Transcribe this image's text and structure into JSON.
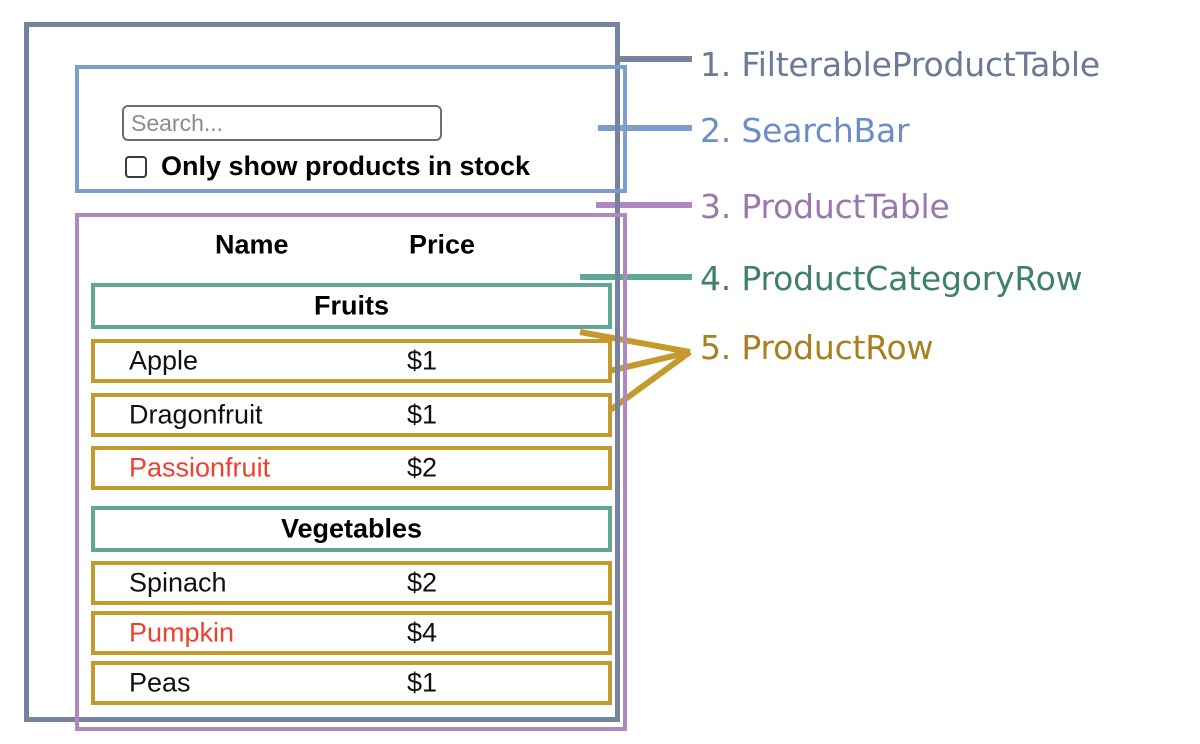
{
  "diagram": {
    "title": "React component hierarchy diagram for a filterable product table",
    "colors": {
      "filterable_product_table": "#76839e",
      "search_bar": "#7b9dd0",
      "product_table": "#b088c0",
      "product_category_row": "#5fa893",
      "product_row": "#c49a2c",
      "out_of_stock_text": "#ef3f2e"
    }
  },
  "search_bar": {
    "search_input": {
      "value": "",
      "placeholder": "Search..."
    },
    "in_stock_checkbox": {
      "label": "Only show products in stock",
      "checked": false
    }
  },
  "product_table": {
    "columns": [
      "Name",
      "Price"
    ],
    "sections": [
      {
        "category": "Fruits",
        "rows": [
          {
            "name": "Apple",
            "price": "$1",
            "in_stock": true
          },
          {
            "name": "Dragonfruit",
            "price": "$1",
            "in_stock": true
          },
          {
            "name": "Passionfruit",
            "price": "$2",
            "in_stock": false
          }
        ]
      },
      {
        "category": "Vegetables",
        "rows": [
          {
            "name": "Spinach",
            "price": "$2",
            "in_stock": true
          },
          {
            "name": "Pumpkin",
            "price": "$4",
            "in_stock": false
          },
          {
            "name": "Peas",
            "price": "$1",
            "in_stock": true
          }
        ]
      }
    ]
  },
  "legend": [
    {
      "number": "1.",
      "label": "FilterableProductTable",
      "text": "1. FilterableProductTable",
      "color": "#6b7a96"
    },
    {
      "number": "2.",
      "label": "SearchBar",
      "text": "2. SearchBar",
      "color": "#6b8fc4"
    },
    {
      "number": "3.",
      "label": "ProductTable",
      "text": "3. ProductTable",
      "color": "#9a77ad"
    },
    {
      "number": "4.",
      "label": "ProductCategoryRow",
      "text": "4. ProductCategoryRow",
      "color": "#3f7f6e"
    },
    {
      "number": "5.",
      "label": "ProductRow",
      "text": "5. ProductRow",
      "color": "#a8801f"
    }
  ]
}
